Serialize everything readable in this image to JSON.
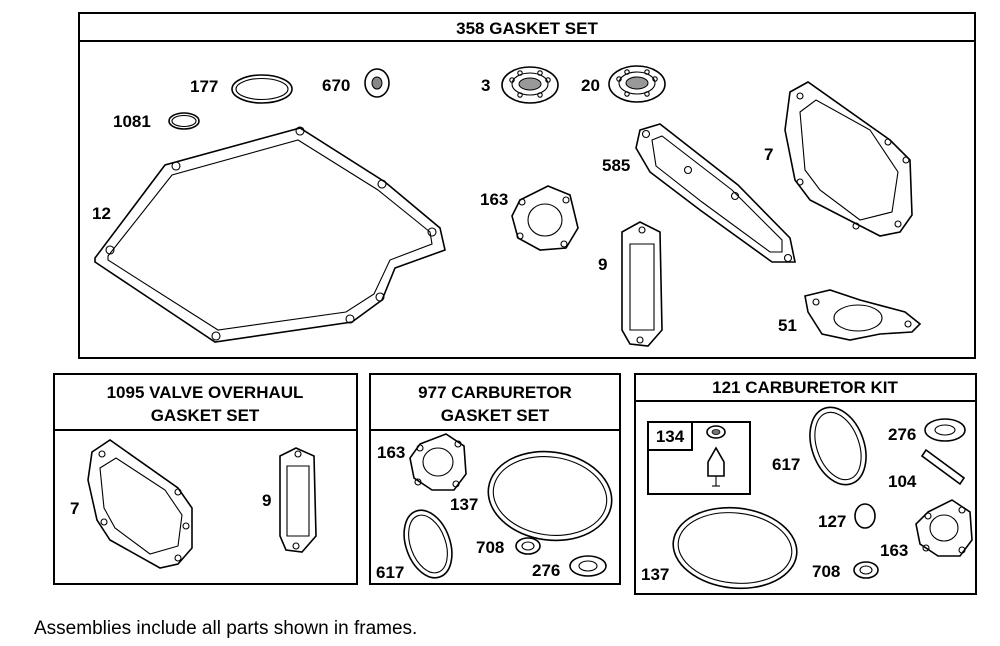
{
  "frames": {
    "gasket_set": {
      "title": "358 GASKET SET"
    },
    "valve_overhaul": {
      "title_line1": "1095 VALVE OVERHAUL",
      "title_line2": "GASKET SET"
    },
    "carb_gasket": {
      "title_line1": "977 CARBURETOR",
      "title_line2": "GASKET SET"
    },
    "carb_kit": {
      "title": "121 CARBURETOR KIT",
      "subassembly_label": "134"
    }
  },
  "labels": {
    "gasket_set": [
      "177",
      "670",
      "3",
      "20",
      "1081",
      "585",
      "7",
      "12",
      "163",
      "9",
      "51"
    ],
    "valve_overhaul": [
      "7",
      "9"
    ],
    "carb_gasket": [
      "163",
      "137",
      "708",
      "617",
      "276"
    ],
    "carb_kit": [
      "617",
      "276",
      "104",
      "127",
      "163",
      "137",
      "708"
    ]
  },
  "footnote": "Assemblies include all parts shown in frames."
}
